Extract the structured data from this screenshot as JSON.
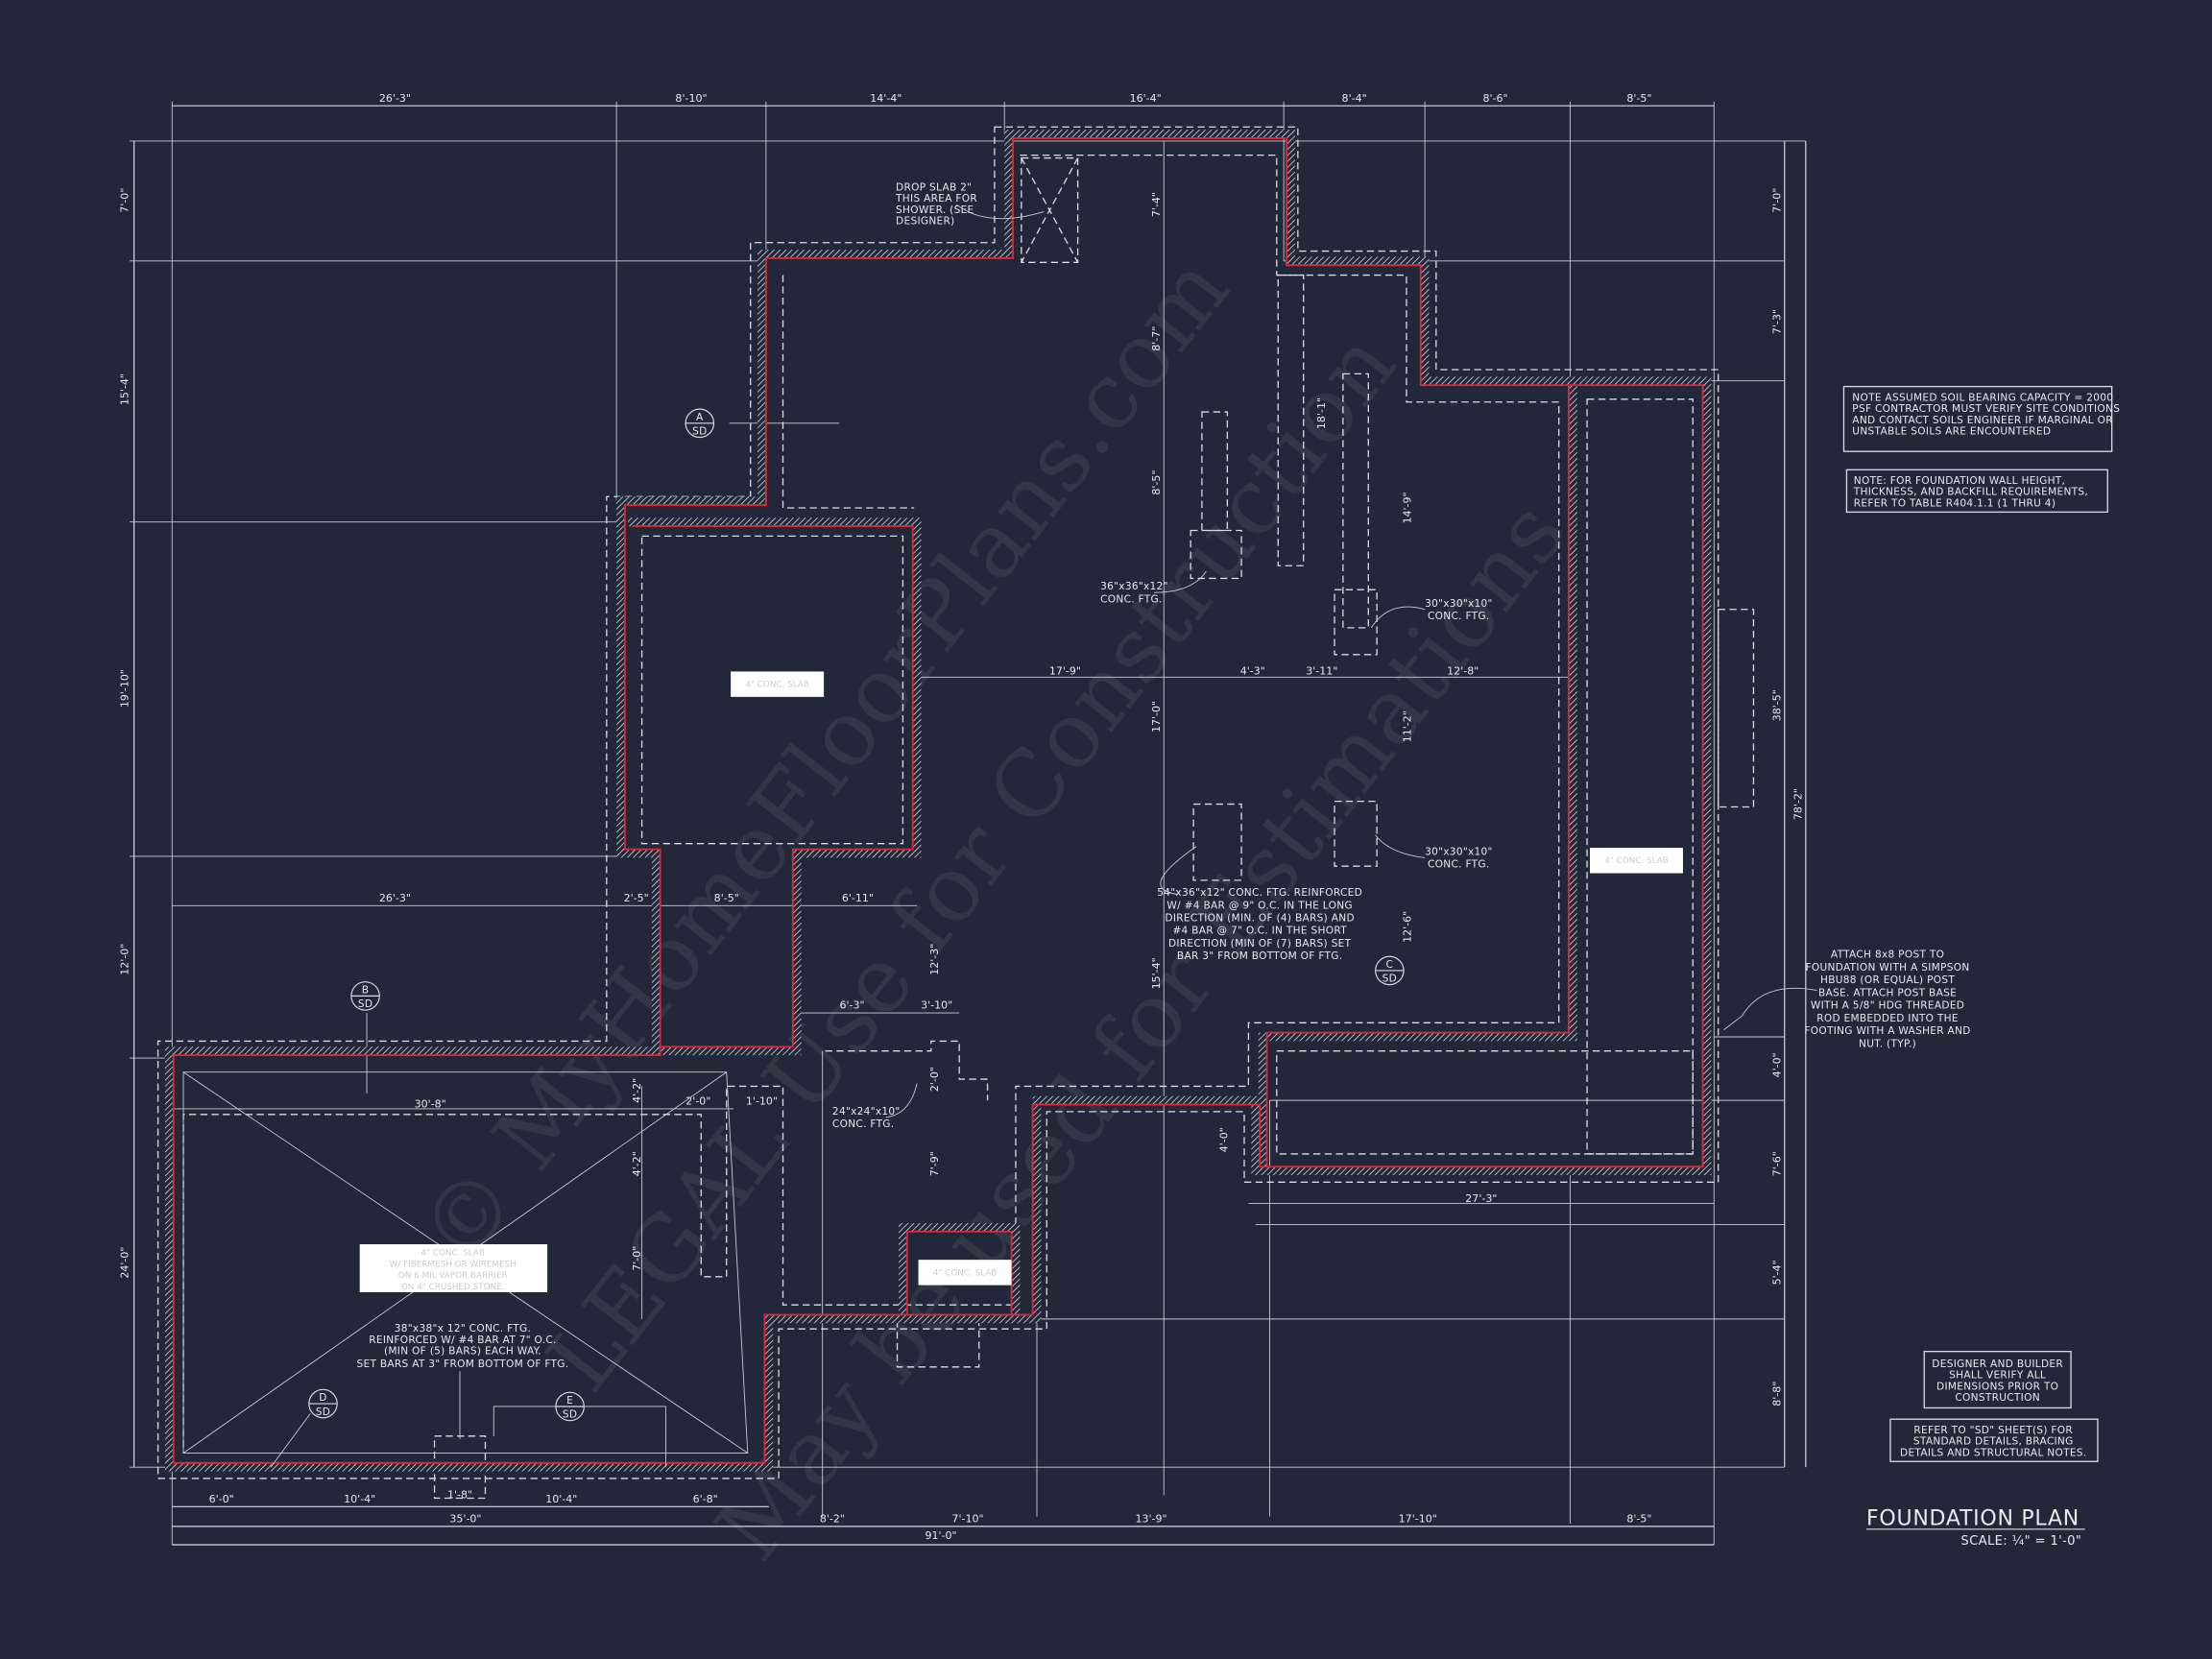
{
  "colors": {
    "background": "#222839",
    "linework": "#d8dbe3",
    "foundation_wall": "#d8263a"
  },
  "title": {
    "name": "FOUNDATION PLAN",
    "scale": "SCALE: ¼\" = 1'-0\""
  },
  "watermark": [
    "© MyHomeFloorPlans.com",
    "LEGAL Use for Construction",
    "May be used for Estimations"
  ],
  "dimensions": {
    "top": [
      "26'-3\"",
      "8'-10\"",
      "14'-4\"",
      "16'-4\"",
      "8'-4\"",
      "8'-6\"",
      "8'-5\""
    ],
    "left": [
      "7'-0\"",
      "15'-4\"",
      "19'-10\"",
      "12'-0\"",
      "24'-0\""
    ],
    "right": [
      "7'-0\"",
      "7'-3\"",
      "38'-5\"",
      "4'-0\"",
      "7'-6\"",
      "5'-4\"",
      "8'-8\"",
      "78'-2\""
    ],
    "bottom_row1": [
      "6'-0\"",
      "10'-4\"",
      "10'-4\"",
      "6'-8\"",
      "1'-8\""
    ],
    "bottom_row2": [
      "35'-0\"",
      "8'-2\"",
      "7'-10\"",
      "13'-9\"",
      "17'-10\"",
      "8'-5\""
    ],
    "bottom_total": "91'-0\"",
    "interior": [
      "26'-3\"",
      "2'-5\"",
      "8'-5\"",
      "6'-11\"",
      "30'-8\"",
      "2'-0\"",
      "1'-10\"",
      "6'-3\"",
      "3'-10\"",
      "2'-0\"",
      "12'-3\"",
      "7'-9\"",
      "4'-2\"",
      "4'-2\"",
      "7'-0\"",
      "17'-9\"",
      "4'-3\"",
      "3'-11\"",
      "12'-8\"",
      "7'-4\"",
      "8'-7\"",
      "8'-5\"",
      "17'-0\"",
      "15'-4\"",
      "18'-1\"",
      "14'-9\"",
      "11'-2\"",
      "12'-6\"",
      "4'-0\"",
      "27'-3\""
    ]
  },
  "annotations": {
    "drop_slab": [
      "DROP SLAB 2\"",
      "THIS AREA FOR",
      "SHOWER. (SEE",
      "DESIGNER)"
    ],
    "ftg_36": [
      "36\"x36\"x12\"",
      "CONC. FTG."
    ],
    "ftg_30a": [
      "30\"x30\"x10\"",
      "CONC. FTG."
    ],
    "ftg_30b": [
      "30\"x30\"x10\"",
      "CONC. FTG."
    ],
    "ftg_54": [
      "54\"x36\"x12\" CONC. FTG. REINFORCED",
      "W/ #4 BAR @ 9\" O.C. IN THE LONG",
      "DIRECTION (MIN. OF (4) BARS) AND",
      "#4 BAR @ 7\" O.C. IN THE SHORT",
      "DIRECTION (MIN OF (7) BARS) SET",
      "BAR 3\" FROM BOTTOM OF FTG."
    ],
    "ftg_24": [
      "24\"x24\"x10\"",
      "CONC. FTG."
    ],
    "ftg_38": [
      "38\"x38\"x 12\" CONC. FTG.",
      "REINFORCED W/ #4 BAR AT 7\" O.C.",
      "(MIN OF (5) BARS) EACH WAY.",
      "SET BARS AT 3\" FROM BOTTOM OF FTG."
    ],
    "post_note": [
      "ATTACH 8x8 POST TO",
      "FOUNDATION WITH A SIMPSON",
      "HBU88 (OR EQUAL) POST",
      "BASE.  ATTACH POST BASE",
      "WITH A 5/8\" HDG THREADED",
      "ROD EMBEDDED INTO THE",
      "FOOTING WITH A WASHER AND",
      "NUT. (TYP.)"
    ]
  },
  "slabs": {
    "garage": [
      "4\" CONC. SLAB",
      "W/ FIBERMESH OR WIREMESH",
      "ON 6 MIL VAPOR BARRIER",
      "ON 4\" CRUSHED STONE."
    ],
    "small": "4\" CONC. SLAB"
  },
  "notes": {
    "soil": [
      "NOTE ASSUMED SOIL BEARING CAPACITY = 2000",
      "PSF CONTRACTOR MUST VERIFY SITE CONDITIONS",
      "AND CONTACT SOILS ENGINEER IF MARGINAL OR",
      "UNSTABLE SOILS ARE ENCOUNTERED"
    ],
    "wall": [
      "NOTE: FOR FOUNDATION WALL HEIGHT,",
      "THICKNESS, AND BACKFILL REQUIREMENTS,",
      "REFER TO TABLE R404.1.1 (1 THRU 4)"
    ],
    "designer": [
      "DESIGNER AND BUILDER",
      "SHALL VERIFY ALL",
      "DIMENSIONS PRIOR TO",
      "CONSTRUCTION"
    ],
    "refer": [
      "REFER TO \"SD\"  SHEET(S) FOR",
      "STANDARD DETAILS, BRACING",
      "DETAILS AND STRUCTURAL NOTES."
    ]
  },
  "section_markers": [
    {
      "id": "A",
      "sheet": "SD"
    },
    {
      "id": "B",
      "sheet": "SD"
    },
    {
      "id": "C",
      "sheet": "SD"
    },
    {
      "id": "D",
      "sheet": "SD"
    },
    {
      "id": "E",
      "sheet": "SD"
    }
  ]
}
